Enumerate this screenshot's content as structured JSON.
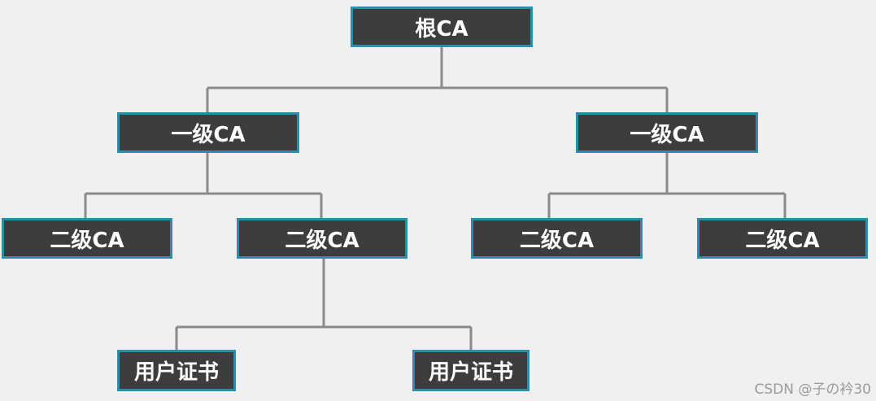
{
  "tree": {
    "root": "根CA",
    "level1": [
      "一级CA",
      "一级CA"
    ],
    "level2": [
      "二级CA",
      "二级CA",
      "二级CA",
      "二级CA"
    ],
    "leaves": [
      "用户证书",
      "用户证书"
    ]
  },
  "watermark": "CSDN @子の衿30",
  "colors": {
    "background": "#f0f0f0",
    "node_fill": "#3d3d3d",
    "node_border": "#2a8fa8",
    "node_text": "#ffffff",
    "connector": "#8a8a8a"
  }
}
